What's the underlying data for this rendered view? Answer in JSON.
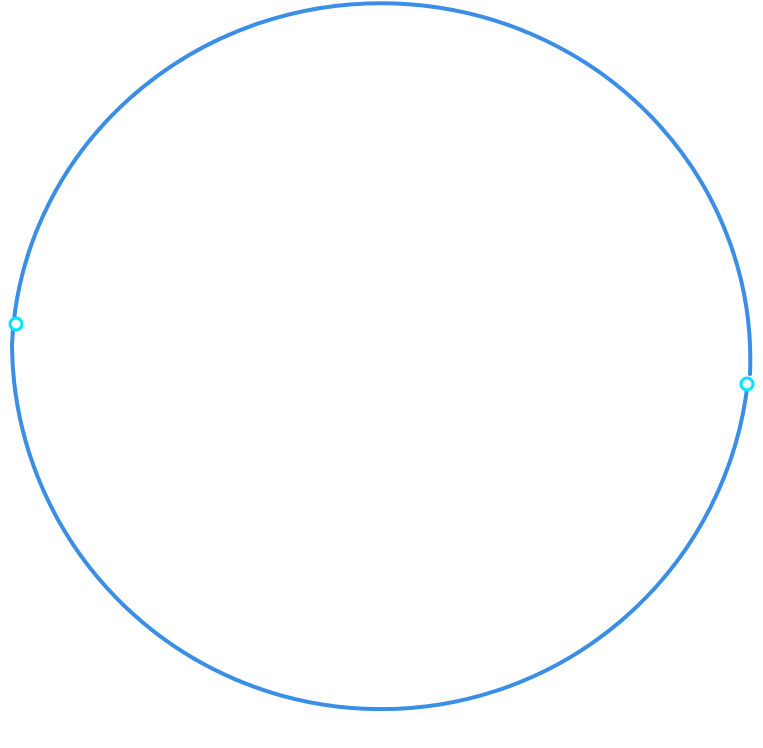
{
  "colors": {
    "background": "#ffffff",
    "circle_stroke": "#3b8ee6",
    "handle_stroke": "#00e5ff",
    "handle_fill": "#ffffff"
  },
  "diagram": {
    "shape": "circle-outline",
    "segments": 2,
    "handles": 2,
    "handle_icon": "ring-handle-icon"
  }
}
